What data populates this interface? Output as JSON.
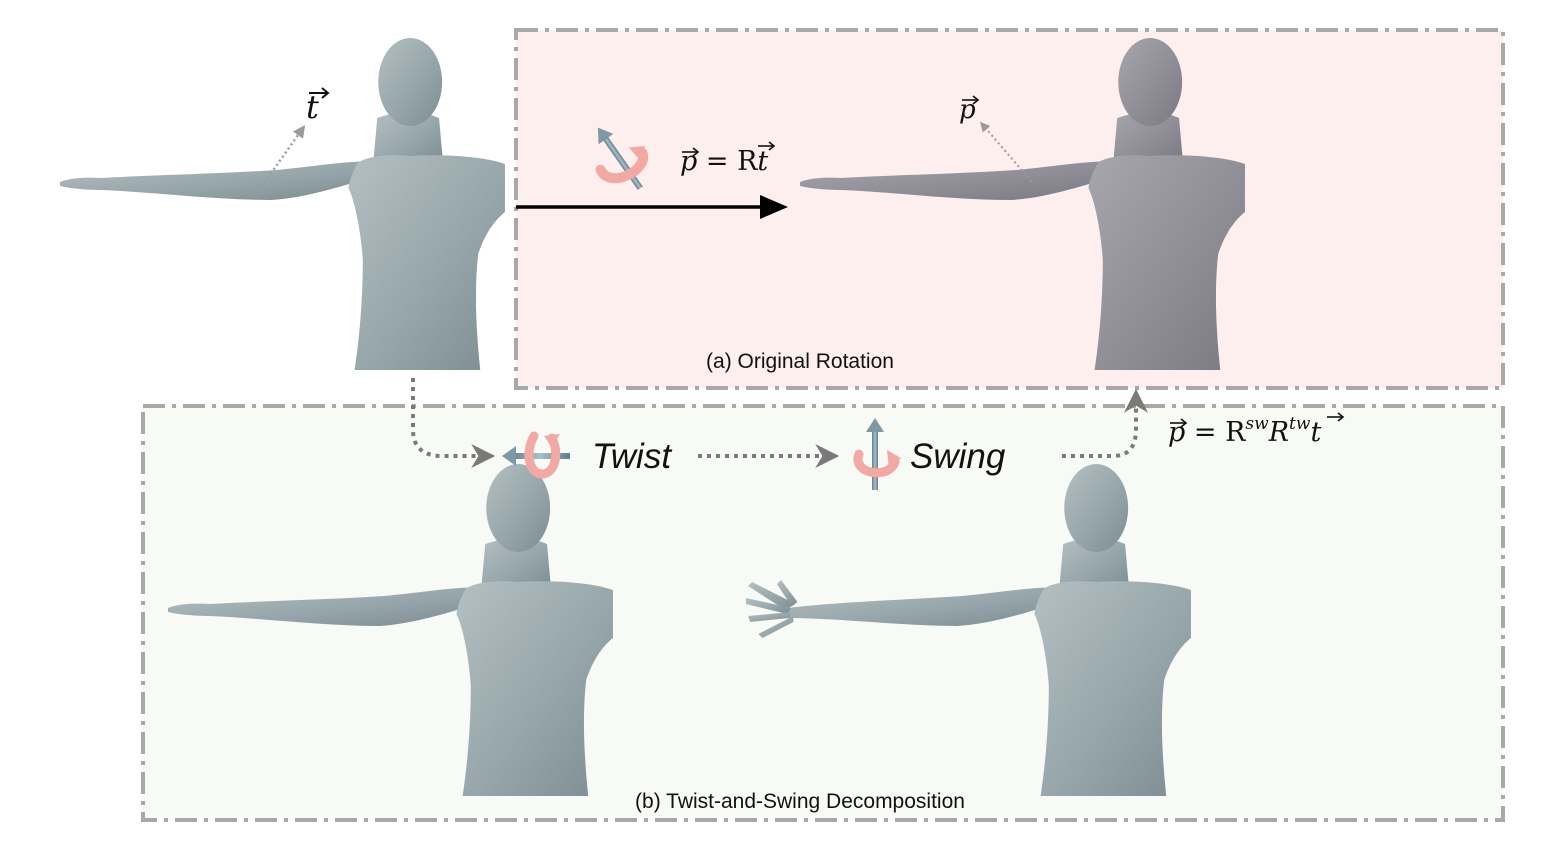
{
  "panels": {
    "original": {
      "label": "(a) Original Rotation",
      "background": "#fcefee"
    },
    "decomposition": {
      "label": "(b) Twist-and-Swing Decomposition",
      "background": "#f8faf5"
    }
  },
  "steps": {
    "twist": "Twist",
    "swing": "Swing"
  },
  "equations": {
    "template_vector": "t",
    "rotated_vector": "p",
    "direct_lhs": "p",
    "direct_eq": " = R",
    "direct_rhs": "t",
    "decomp_lhs": "p",
    "decomp_eq": " = R",
    "decomp_sup1": "sw",
    "decomp_mid": "R",
    "decomp_sup2": "tw",
    "decomp_rhs": "t"
  },
  "colors": {
    "frame_border": "#a8a8a8",
    "skin": "#9aa9ad",
    "skin_warm": "#8f8e96",
    "rotation_band": "#f2a9a3",
    "axis_arrow": "#7f98a6",
    "dashed_arrow": "#7a7a7a",
    "solid_arrow": "#000000"
  },
  "icons": [
    "twist-rotation-icon",
    "swing-rotation-icon",
    "rotation-icon"
  ]
}
